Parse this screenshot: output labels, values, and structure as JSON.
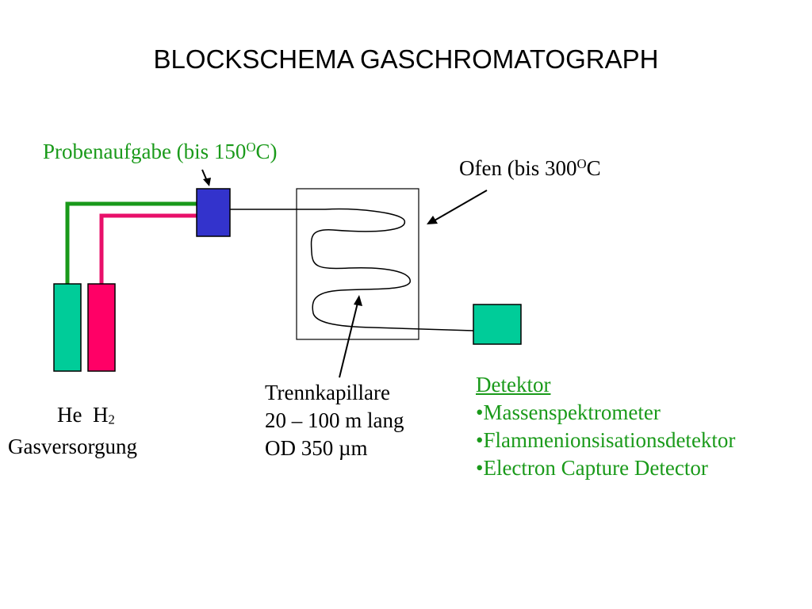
{
  "title": "BLOCKSCHEMA GASCHROMATOGRAPH",
  "probenaufgabe": {
    "text": "Probenaufgabe (bis 150",
    "sup": "O",
    "unit": "C)"
  },
  "ofen": {
    "text": "Ofen (bis 300",
    "sup": "O",
    "unit": "C"
  },
  "gas": {
    "he": "He",
    "h": "H",
    "h_sub": "2",
    "label": "Gasversorgung"
  },
  "trennkapillare": [
    "Trennkapillare",
    "20 – 100 m lang",
    "OD 350 µm"
  ],
  "detektor": {
    "heading": "Detektor ",
    "items": [
      "•Massenspektrometer",
      "•Flammenionsisationsdetektor",
      "•Electron Capture Detector"
    ]
  },
  "colors": {
    "helium": "#00cc99",
    "hydrogen": "#ff0066",
    "green_line": "#19991a",
    "injector": "#3333cc",
    "detector_box": "#00cc99",
    "label_green": "#1a9a1a"
  }
}
